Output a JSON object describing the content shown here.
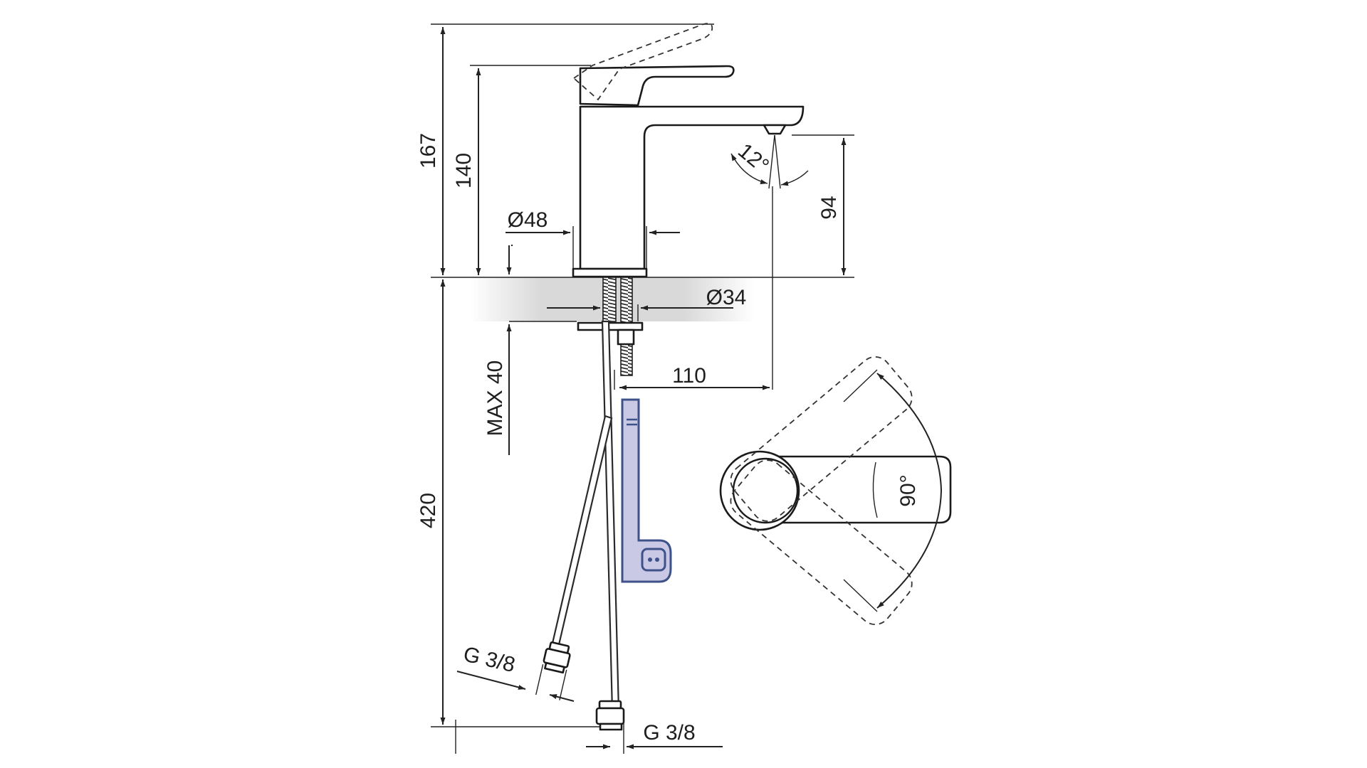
{
  "colors": {
    "line": "#222222",
    "countertop_gradient": "#d8d8d8",
    "cartridge_fill": "#c9c9e6",
    "cartridge_stroke": "#3e5289"
  },
  "dimensions": {
    "total_height": "167",
    "body_height": "140",
    "spout_height": "94",
    "base_diameter": "Ø48",
    "thread_diameter": "Ø34",
    "max_thickness": "MAX 40",
    "hose_length": "420",
    "spout_reach": "110",
    "spray_angle": "12°",
    "lever_rotation": "90°",
    "connector_left": "G 3/8",
    "connector_right": "G 3/8"
  }
}
